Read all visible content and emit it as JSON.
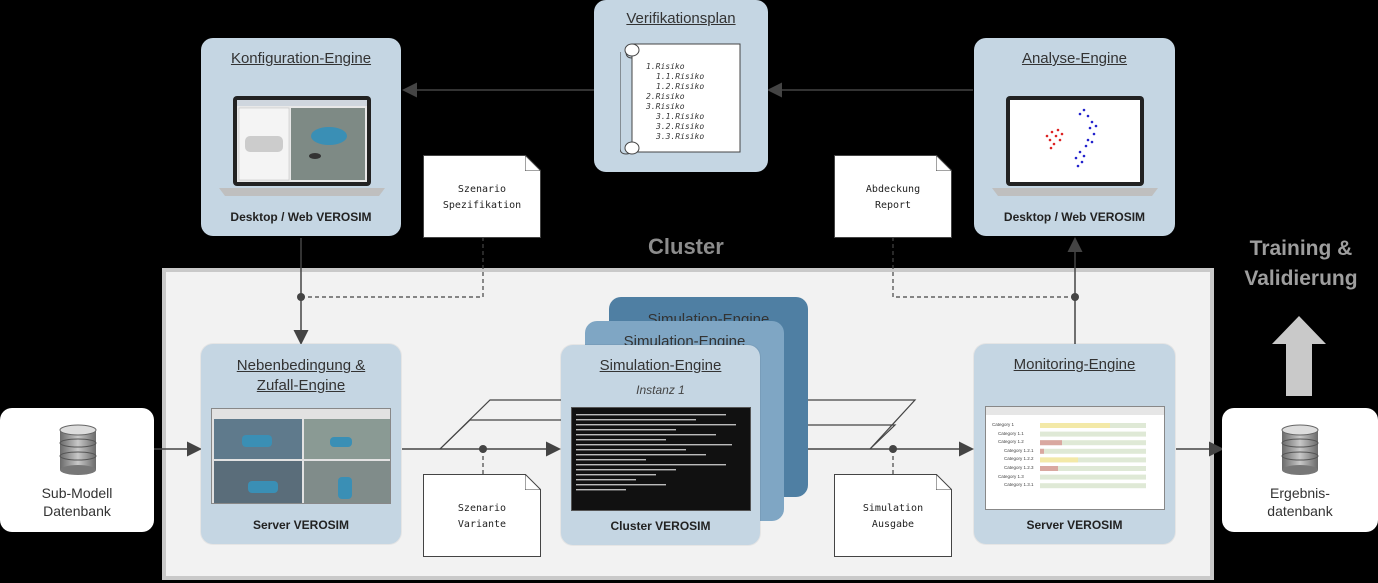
{
  "cluster": {
    "label": "Cluster"
  },
  "training": {
    "label_line1": "Training &",
    "label_line2": "Validierung"
  },
  "verifikationsplan": {
    "title": "Verifikationsplan",
    "items": [
      "1.Risiko",
      "1.1.Risiko",
      "1.2.Risiko",
      "2.Risiko",
      "3.Risiko",
      "3.1.Risiko",
      "3.2.Risiko",
      "3.3.Risiko"
    ]
  },
  "konfiguration": {
    "title": "Konfiguration-Engine",
    "footer": "Desktop / Web VEROSIM"
  },
  "analyse": {
    "title": "Analyse-Engine",
    "footer": "Desktop / Web VEROSIM"
  },
  "nebenbedingung": {
    "title_line1": "Nebenbedingung  &",
    "title_line2": "Zufall-Engine",
    "footer": "Server VEROSIM"
  },
  "simulation": {
    "back_title_1": "Simulation-Engine",
    "back_title_2": "Simulation-Engine",
    "title": "Simulation-Engine",
    "subtitle": "Instanz 1",
    "footer": "Cluster VEROSIM"
  },
  "monitoring": {
    "title": "Monitoring-Engine",
    "footer": "Server VEROSIM",
    "categories": [
      "Category 1",
      "Category 1.1",
      "Category 1.2",
      "Category 1.2.1",
      "Category 1.2.2",
      "Category 1.2.3",
      "Category 1.3",
      "Category 1.3.1"
    ]
  },
  "submodell": {
    "line1": "Sub-Modell",
    "line2": "Datenbank"
  },
  "ergebnis": {
    "line1": "Ergebnis-",
    "line2": "datenbank"
  },
  "docs": {
    "szenario_spez": {
      "line1": "Szenario",
      "line2": "Spezifikation"
    },
    "abdeckung": {
      "line1": "Abdeckung",
      "line2": "Report"
    },
    "szenario_var": {
      "line1": "Szenario",
      "line2": "Variante"
    },
    "sim_ausgabe": {
      "line1": "Simulation",
      "line2": "Ausgabe"
    }
  },
  "colors": {
    "card": "#c5d6e3",
    "stack_dark": "#4f7fa3",
    "stack_mid": "#7fa6c4",
    "cluster_bg": "#f2f2f2",
    "arrow": "#444444"
  }
}
